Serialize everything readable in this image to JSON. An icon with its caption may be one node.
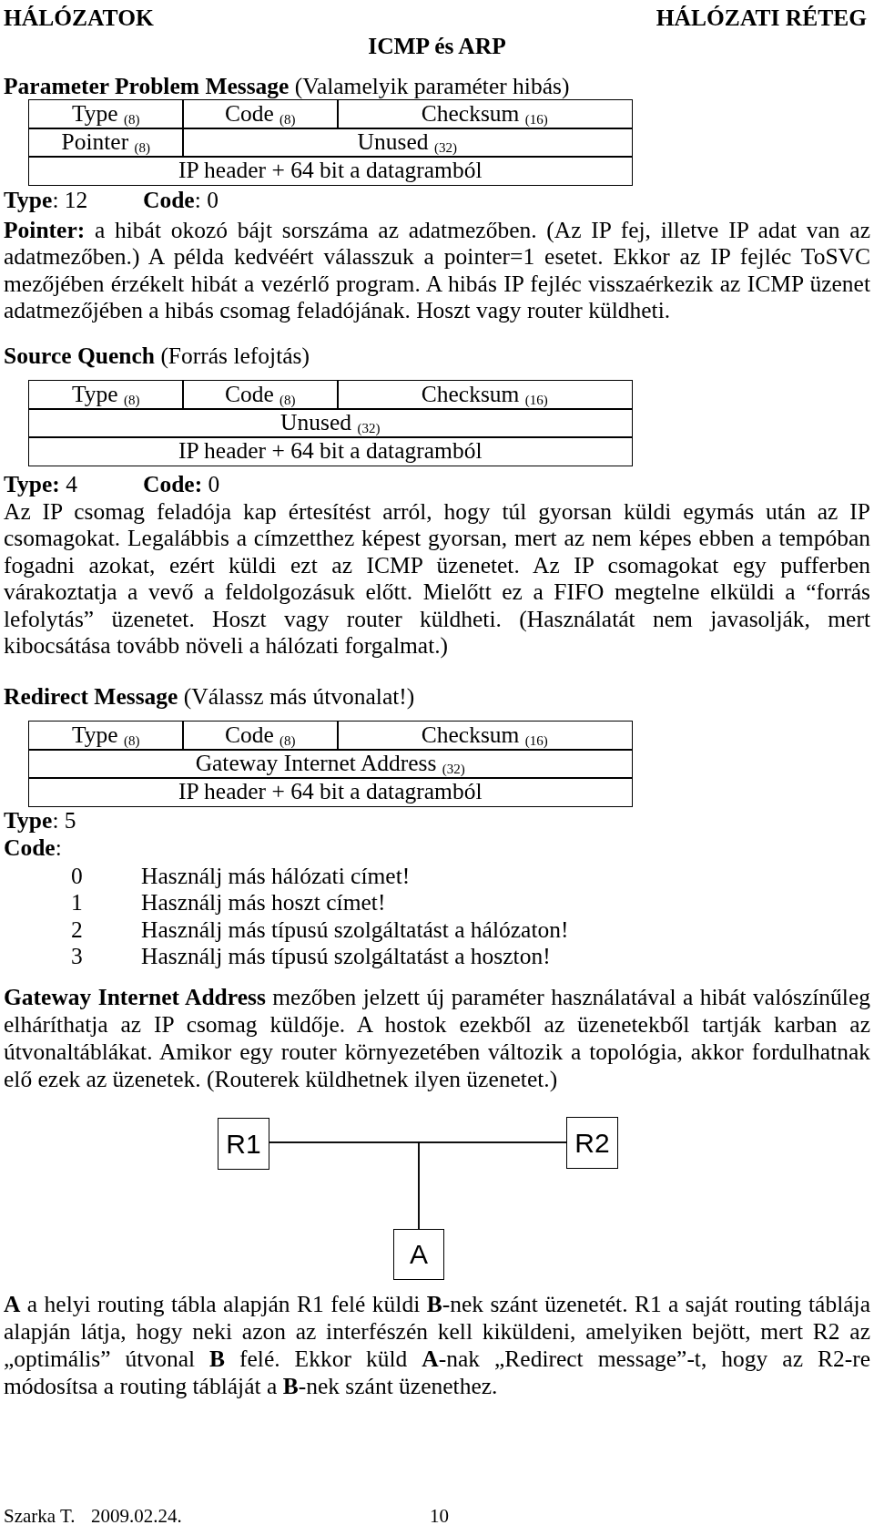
{
  "diagram": {
    "nodes": [
      {
        "text": [
          "R1"
        ]
      },
      {
        "text": [
          "R2"
        ]
      },
      {
        "text": [
          "A"
        ]
      }
    ],
    "edges": [
      {
        "from": 0,
        "to": 1,
        "arrow": "none"
      },
      {
        "from": 2,
        "to": 0,
        "arrow": "none"
      },
      {
        "from": 2,
        "to": 1,
        "arrow": "none"
      }
    ],
    "labels": [
      "HÁLÓZATOK",
      "HÁLÓZATI RÉTEG",
      "ICMP és ARP",
      "**Parameter Problem Message** (Valamelyik paraméter hibás)",
      "Type $_{(8)}$",
      "Code $_{(8)}$",
      "Checksum $_{(16)}$",
      "Pointer $_{(8)}$",
      "Unused $_{(32)}$",
      "IP header + 64 bit a datagramból",
      "**Type**: 12",
      "**Code**: 0",
      "**Pointer:** a hibát okozó bájt sorszáma az adatmezőben. (Az IP fej, illetve IP adat van az adatmezőben.) A példa kedvéért válasszuk a pointer=1 esetet. Ekkor az IP fejléc ToSVC mezőjében érzékelt hibát a vezérlő program. A hibás IP fejléc visszaérkezik az ICMP üzenet adatmezőjében a hibás csomag feladójának. Hoszt vagy router küldheti.",
      "**Source Quench** (Forrás lefojtás)",
      "Type $_{(8)}$",
      "Code $_{(8)}$",
      "Checksum $_{(16)}$",
      "Unused $_{(32)}$",
      "IP header + 64 bit a datagramból",
      "**Type:** 4",
      "**Code:** 0",
      "Az IP csomag feladója kap értesítést arról, hogy túl gyorsan küldi egymás után az IP csomagokat. Legalábbis a címzetthez képest gyorsan, mert az nem képes ebben a tempóban fogadni azokat, ezért küldi ezt az ICMP üzenetet. Az IP csomagokat egy pufferben várakoztatja a vevő a feldolgozásuk előtt. Mielőtt ez a FIFO megtelne elküldi a “forrás lefolytás” üzenetet. Hoszt vagy router küldheti. (Használatát nem javasolják, mert kibocsátása tovább növeli a hálózati forgalmat.)",
      "**Redirect Message** (Válassz más útvonalat!)",
      "Type $_{(8)}$",
      "Code $_{(8)}$",
      "Checksum $_{(16)}$",
      "Gateway Internet Address $_{(32)}$",
      "IP header + 64 bit a datagramból",
      "**Type**: 5",
      "**Code**:",
      "0",
      "Használj más hálózati címet!",
      "1",
      "Használj más hoszt címet!",
      "2",
      "Használj más típusú szolgáltatást a hálózaton!",
      "3",
      "Használj más típusú szolgáltatást a hoszton!",
      "**Gateway Internet Address** mezőben jelzett új paraméter használatával a hibát valószínűleg elháríthatja az IP csomag küldője. A hostok ezekből az üzenetekből tartják karban az útvonaltáblákat. Amikor egy router környezetében változik a topológia, akkor fordulhatnak elő ezek az üzenetek. (Routerek küldhetnek ilyen üzenetet.)",
      "**A** a helyi routing tábla alapján R1 felé küldi **B**-nek szánt üzenetét. R1 a saját routing táblája alapján látja, hogy neki azon az interfészén kell kiküldeni, amelyiken bejött, mert R2 az „optimális” útvonal **B** felé. Ekkor küld **A**-nak „Redirect message”-t, hogy az R2-re módosítsa a routing tábláját a **B**-nek szánt üzenethez.",
      "Szarka T.",
      "2009.02.24.",
      "10"
    ]
  }
}
